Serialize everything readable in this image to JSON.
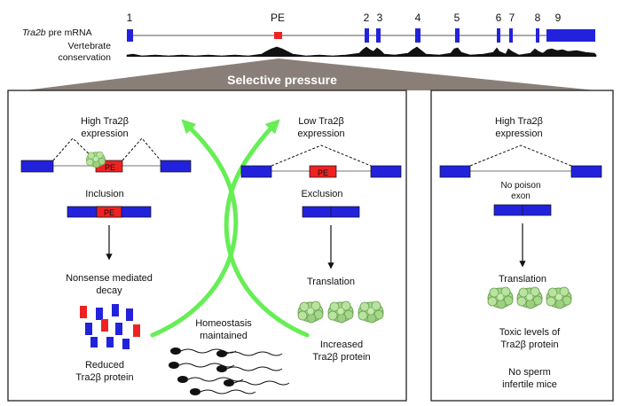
{
  "gene": {
    "name": "Tra2b",
    "suffix": " pre mRNA",
    "conservation_line1": "Vertebrate",
    "conservation_line2": "conservation",
    "exon_numbers": [
      "1",
      "PE",
      "2",
      "3",
      "4",
      "5",
      "6",
      "7",
      "8",
      "9"
    ]
  },
  "banner": "Selective pressure",
  "left_panel": {
    "high": {
      "line1": "High Tra2β",
      "line2": "expression"
    },
    "inclusion": "Inclusion",
    "pe_label": "PE",
    "nmd": {
      "line1": "Nonsense mediated",
      "line2": "decay"
    },
    "reduced": {
      "line1": "Reduced",
      "line2": "Tra2β protein"
    },
    "homeostasis": {
      "line1": "Homeostasis",
      "line2": "maintained"
    },
    "low": {
      "line1": "Low Tra2β",
      "line2": "expression"
    },
    "exclusion": "Exclusion",
    "translation": "Translation",
    "increased": {
      "line1": "Increased",
      "line2": "Tra2β protein"
    }
  },
  "right_panel": {
    "high": {
      "line1": "High Tra2β",
      "line2": "expression"
    },
    "no_poison": {
      "line1": "No poison",
      "line2": "exon"
    },
    "translation": "Translation",
    "toxic": {
      "line1": "Toxic levels of",
      "line2": "Tra2β protein"
    },
    "no_sperm": {
      "line1": "No sperm",
      "line2": "infertile mice"
    }
  },
  "colors": {
    "exon": "#2222dd",
    "poison_exon": "#ee2222",
    "arrow": "#66ee55",
    "protein": "#a6d98a",
    "banner_bg": "#8a7f78"
  }
}
